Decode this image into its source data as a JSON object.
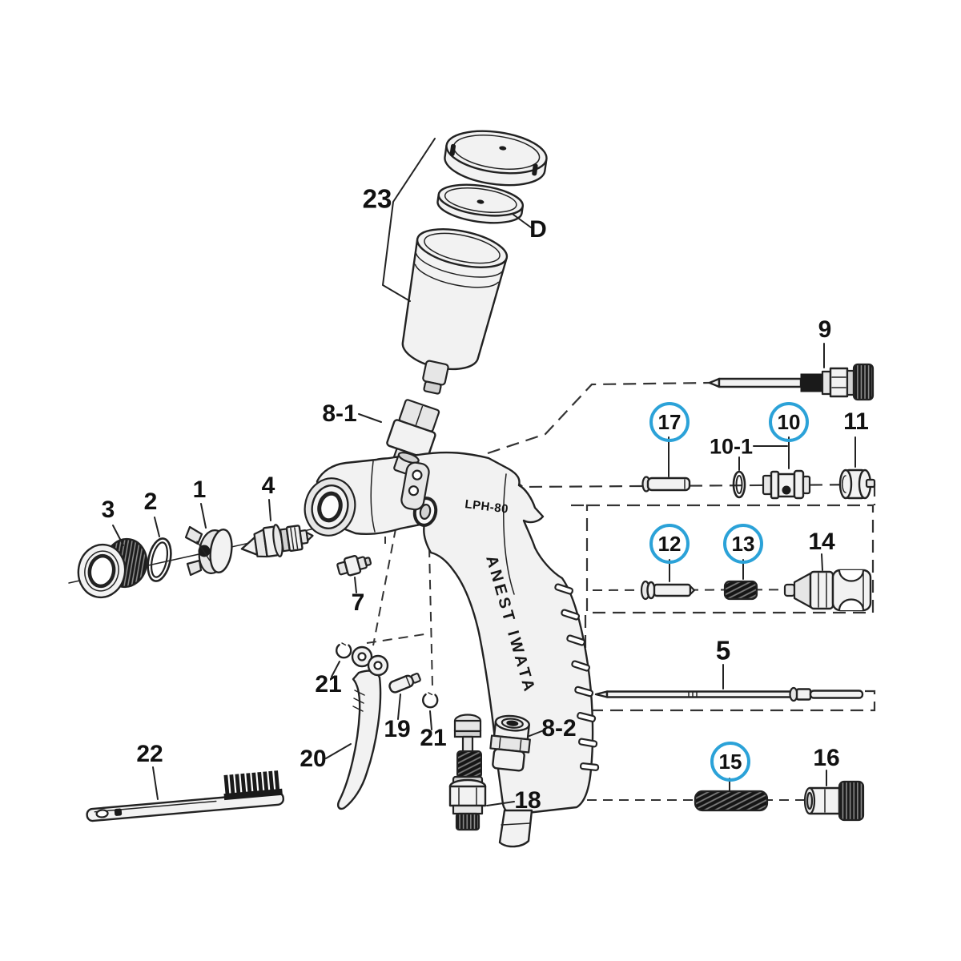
{
  "diagram": {
    "model_on_body": "LPH-80",
    "brand_on_handle": "ANEST IWATA",
    "accent_circle_color": "#2BA2D8",
    "circled_parts": [
      "17",
      "10",
      "12",
      "13",
      "15"
    ],
    "labels": {
      "p1": "1",
      "p2": "2",
      "p3": "3",
      "p4": "4",
      "p5": "5",
      "p7": "7",
      "p8_1": "8-1",
      "p8_2": "8-2",
      "p9": "9",
      "p10": "10",
      "p10_1": "10-1",
      "p11": "11",
      "p12": "12",
      "p13": "13",
      "p14": "14",
      "p15": "15",
      "p16": "16",
      "p17": "17",
      "p18": "18",
      "p19": "19",
      "p20": "20",
      "p21": "21",
      "p22": "22",
      "p23": "23",
      "pD": "D"
    }
  }
}
